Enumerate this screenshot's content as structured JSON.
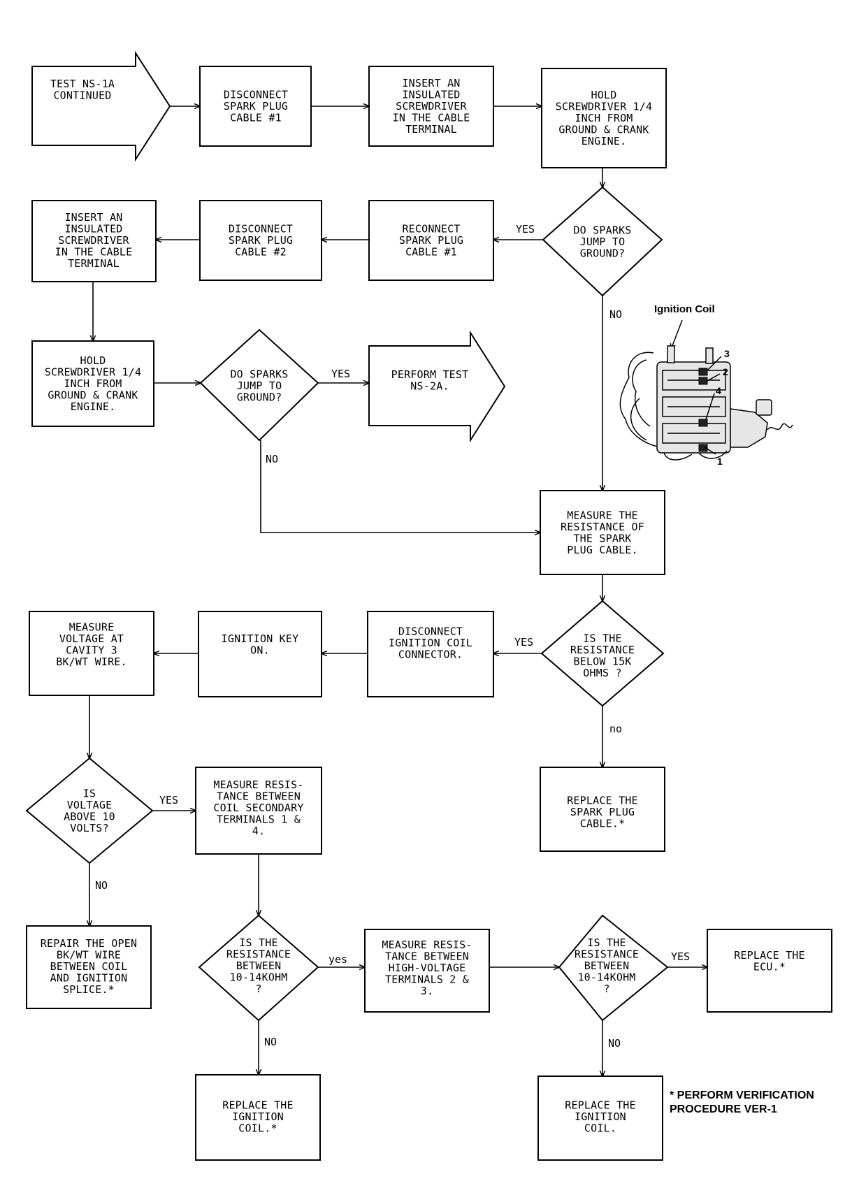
{
  "nodes": {
    "start": "TEST NS-1A\nCONTINUED",
    "disc1": "DISCONNECT\nSPARK PLUG\nCABLE #1",
    "insert1": "INSERT AN\nINSULATED\nSCREWDRIVER\nIN THE CABLE\nTERMINAL",
    "hold1": "HOLD\nSCREWDRIVER 1/4\nINCH FROM\nGROUND & CRANK\nENGINE.",
    "q_sparks1": "DO SPARKS\nJUMP TO\nGROUND?",
    "reconnect1": "RECONNECT\nSPARK PLUG\nCABLE #1",
    "disc2": "DISCONNECT\nSPARK PLUG\nCABLE #2",
    "insert2": "INSERT AN\nINSULATED\nSCREWDRIVER\nIN THE CABLE\nTERMINAL",
    "hold2": "HOLD\nSCREWDRIVER 1/4\nINCH FROM\nGROUND & CRANK\nENGINE.",
    "q_sparks2": "DO SPARKS\nJUMP TO\nGROUND?",
    "perform_ns2a": "PERFORM TEST\nNS-2A.",
    "measure_cable": "MEASURE THE\nRESISTANCE OF\nTHE SPARK\nPLUG CABLE.",
    "q_res15k": "IS THE\nRESISTANCE\nBELOW 15K\nOHMS ?",
    "disc_coil_conn": "DISCONNECT\nIGNITION COIL\nCONNECTOR.",
    "key_on": "IGNITION KEY\nON.",
    "measure_voltage": "MEASURE\nVOLTAGE AT\nCAVITY 3\nBK/WT WIRE.",
    "replace_cable": "REPLACE THE\nSPARK PLUG\nCABLE.*",
    "q_volt10": "IS\nVOLTAGE\nABOVE 10\nVOLTS?",
    "measure_sec14": "MEASURE RESIS-\nTANCE BETWEEN\nCOIL SECONDARY\nTERMINALS 1 &\n4.",
    "repair_open": "REPAIR THE OPEN\nBK/WT WIRE\nBETWEEN COIL\nAND IGNITION\nSPLICE.*",
    "q_res_a": "IS THE\nRESISTANCE\nBETWEEN\n10-14KOHM\n?",
    "measure_hv23": "MEASURE RESIS-\nTANCE BETWEEN\nHIGH-VOLTAGE\nTERMINALS 2 &\n3.",
    "q_res_b": "IS THE\nRESISTANCE\nBETWEEN\n10-14KOHM\n?",
    "replace_ecu": "REPLACE THE\nECU.*",
    "replace_coil_a": "REPLACE THE\nIGNITION\nCOIL.*",
    "replace_coil_b": "REPLACE THE\nIGNITION\nCOIL."
  },
  "edge_labels": {
    "sparks1_yes": "YES",
    "sparks1_no": "NO",
    "sparks2_yes": "YES",
    "sparks2_no": "NO",
    "res15k_yes": "YES",
    "res15k_no": "no",
    "volt10_yes": "YES",
    "volt10_no": "NO",
    "res_a_yes": "yes",
    "res_a_no": "NO",
    "res_b_yes": "YES",
    "res_b_no": "NO"
  },
  "figure": {
    "title": "Ignition Coil",
    "terminals": [
      "3",
      "2",
      "4",
      "1"
    ]
  },
  "footnote": "* PERFORM VERIFICATION\nPROCEDURE VER-1"
}
